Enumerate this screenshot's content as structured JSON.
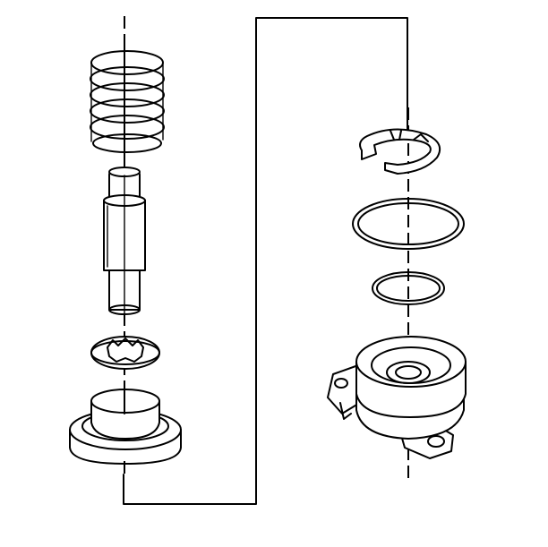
{
  "diagram": {
    "line_color": "#000000",
    "background": "#ffffff",
    "components": {
      "left_stack": [
        "coil-spring",
        "valve-plunger",
        "splined-washer",
        "valve-body-cap"
      ],
      "right_stack": [
        "retaining-clip",
        "large-o-ring",
        "small-o-ring",
        "mounting-housing"
      ]
    },
    "connector": "sequence-bracket-line"
  }
}
